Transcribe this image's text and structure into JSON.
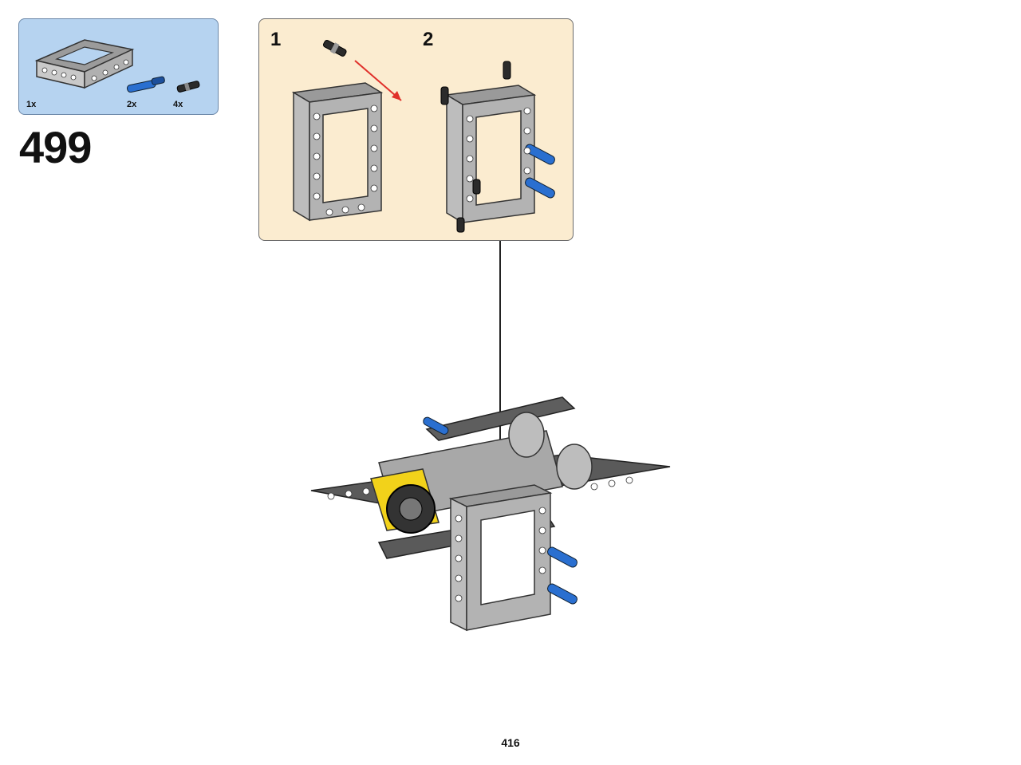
{
  "parts_list": {
    "items": [
      {
        "quantity": "1x",
        "part": "frame-5x7-light-gray"
      },
      {
        "quantity": "2x",
        "part": "axle-pin-blue"
      },
      {
        "quantity": "4x",
        "part": "friction-pin-black"
      }
    ],
    "colors": {
      "background": "#b6d3f0",
      "border": "#6b87a8"
    }
  },
  "step": {
    "number": "499"
  },
  "substeps": {
    "labels": [
      "1",
      "2"
    ],
    "colors": {
      "background": "#fbecd0",
      "arrow": "#e0302a"
    }
  },
  "page": {
    "number": "416"
  }
}
